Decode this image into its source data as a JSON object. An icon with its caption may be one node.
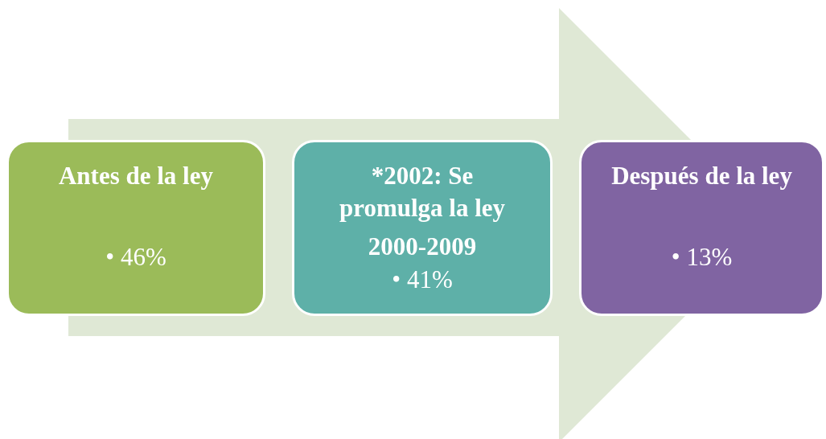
{
  "diagram": {
    "nodes": [
      {
        "text": [
          "Antes de la ley",
          "• 46%"
        ]
      },
      {
        "text": [
          "*2002: Se promulga la ley",
          "2000-2009",
          "• 41%"
        ]
      },
      {
        "text": [
          "Después de la ley",
          "• 13%"
        ]
      }
    ],
    "edges": [
      {
        "from": 0,
        "to": 2,
        "arrow": "to"
      }
    ]
  }
}
